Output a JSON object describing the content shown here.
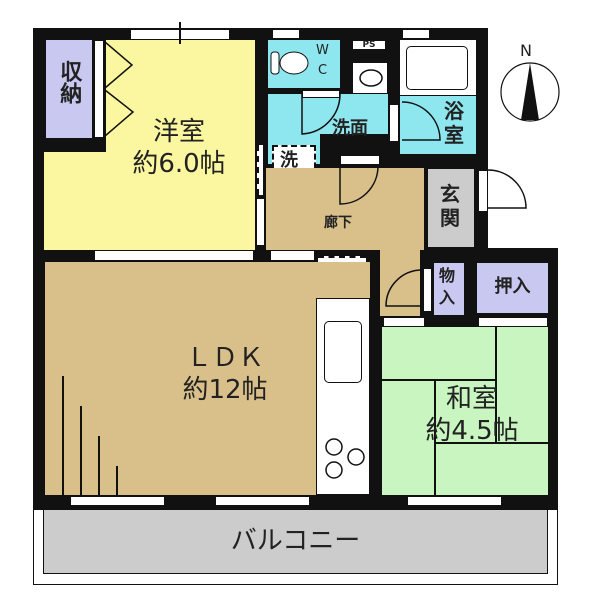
{
  "rooms": {
    "western": {
      "name": "洋室",
      "size": "約6.0帖",
      "color": "#fbf6a0"
    },
    "storage_left": {
      "name": "収納",
      "color": "#c8c8f0"
    },
    "wc": {
      "name": "WC",
      "w": "W",
      "c": "C",
      "color": "#8ee6ee"
    },
    "ps": {
      "name": "PS",
      "p": "P",
      "s": "S"
    },
    "washroom": {
      "name": "洗面",
      "color": "#8ee6ee"
    },
    "washer": {
      "name": "洗"
    },
    "bath": {
      "name": "浴室",
      "line1": "浴",
      "line2": "室",
      "color": "#8ee6ee"
    },
    "hallway": {
      "name": "廊下",
      "color": "#d9c08a"
    },
    "entrance": {
      "name": "玄関",
      "line1": "玄",
      "line2": "関",
      "color": "#cccccc"
    },
    "closet_small": {
      "name": "物入",
      "line1": "物",
      "line2": "入",
      "color": "#c8c8f0"
    },
    "closet": {
      "name": "押入",
      "color": "#c8c8f0"
    },
    "ldk": {
      "name": "ＬＤＫ",
      "size": "約12帖",
      "color": "#d9c08a"
    },
    "japanese": {
      "name": "和室",
      "size": "約4.5帖",
      "color": "#c8f5c0"
    },
    "balcony": {
      "name": "バルコニー",
      "color": "#cccccc"
    }
  },
  "compass": {
    "label": "N"
  }
}
